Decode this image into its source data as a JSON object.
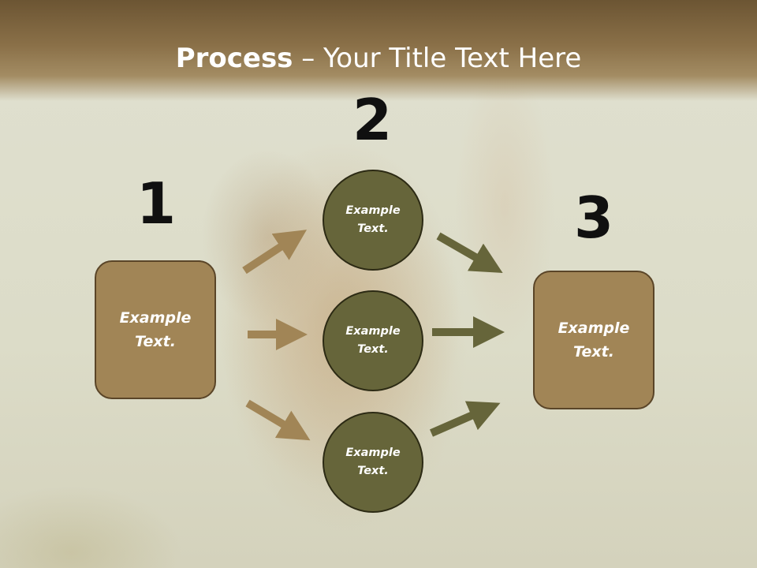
{
  "slide": {
    "title_bold": "Process",
    "title_rest": " – Your Title Text Here"
  },
  "steps": {
    "left": {
      "number": "1",
      "text": "Example Text."
    },
    "middle": {
      "number": "2",
      "items": [
        {
          "text": "Example Text."
        },
        {
          "text": "Example Text."
        },
        {
          "text": "Example Text."
        }
      ]
    },
    "right": {
      "number": "3",
      "text": "Example Text."
    }
  },
  "colors": {
    "box_fill": "#a18556",
    "circle_fill": "#66653a",
    "left_arrow": "#a18556",
    "right_arrow": "#66653a"
  }
}
